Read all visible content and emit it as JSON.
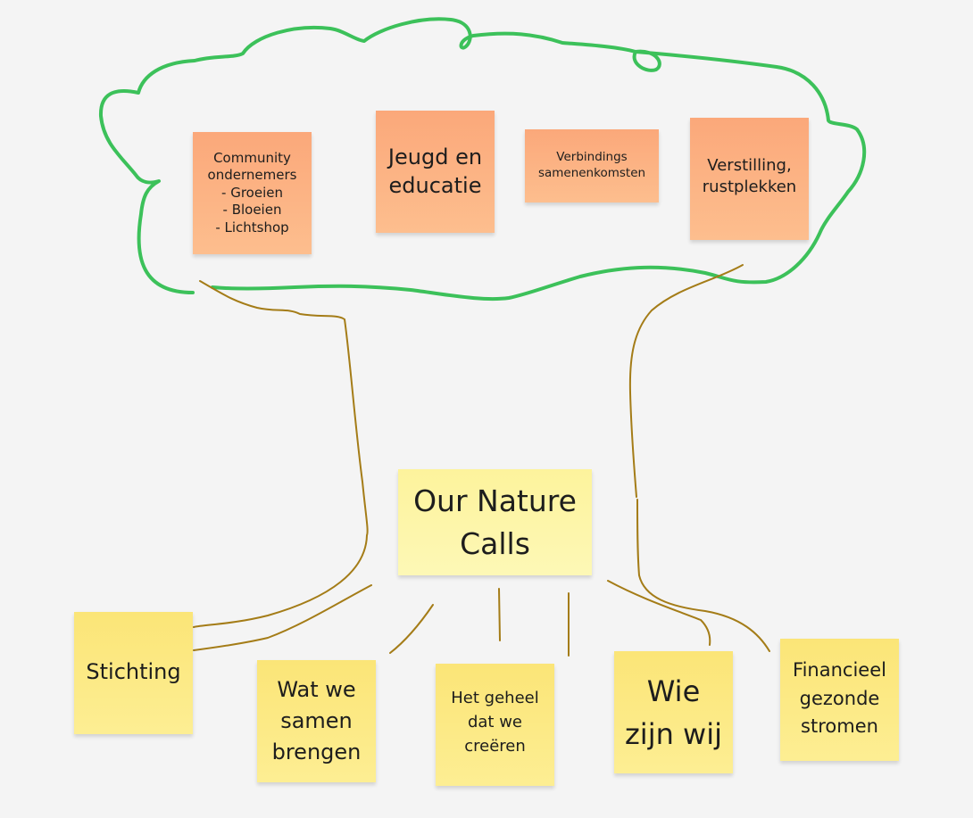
{
  "colors": {
    "background": "#f4f4f4",
    "cloud_outline": "#3cc15a",
    "branch_lines": "#a47c17",
    "orange_note": "#fdb483",
    "yellow_note": "#fde67b",
    "center_note": "#fdf5a8"
  },
  "crown_notes": [
    {
      "text": "Community\nondernemers\n- Groeien\n- Bloeien\n- Lichtshop"
    },
    {
      "text": "Jeugd en\neducatie"
    },
    {
      "text": "Verbindings\nsamenenkomsten"
    },
    {
      "text": "Verstilling,\nrustplekken"
    }
  ],
  "center_note": {
    "text": "Our Nature\nCalls"
  },
  "root_notes": [
    {
      "text": "Stichting"
    },
    {
      "text": "Wat we\nsamen\nbrengen"
    },
    {
      "text": "Het geheel\ndat we\ncreëren"
    },
    {
      "text": "Wie\nzijn wij"
    },
    {
      "text": "Financieel\ngezonde\nstromen"
    }
  ]
}
